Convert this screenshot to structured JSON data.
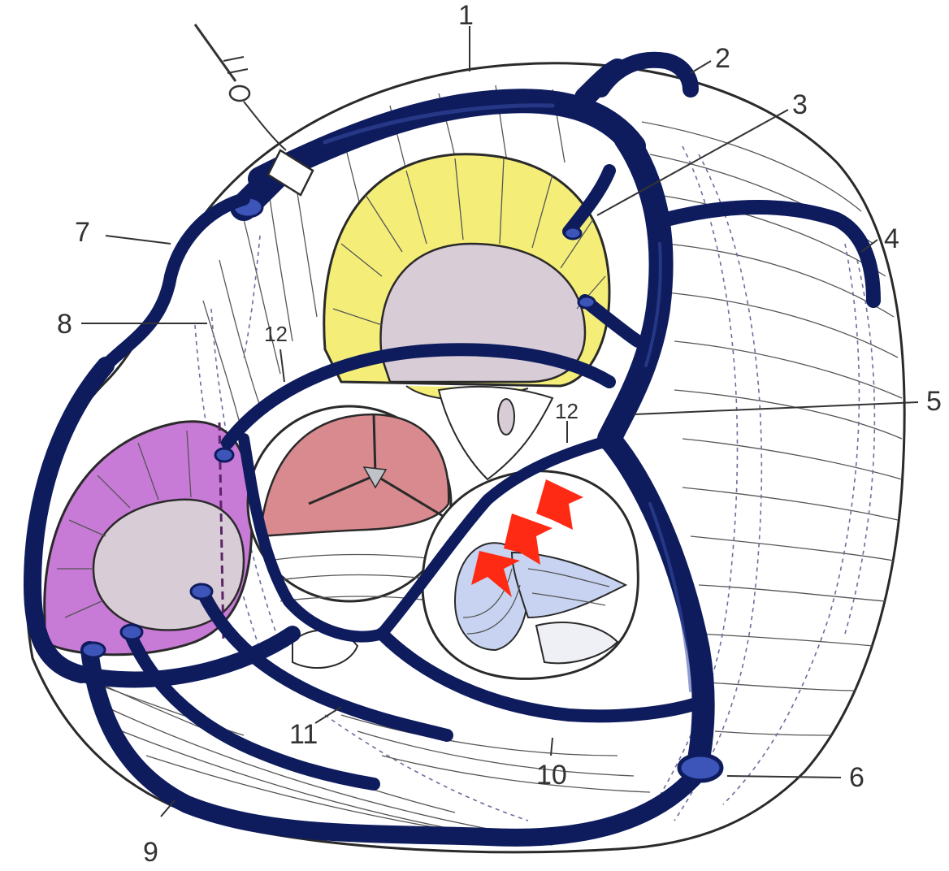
{
  "labels": {
    "l1": "1",
    "l2": "2",
    "l3": "3",
    "l4": "4",
    "l5": "5",
    "l6": "6",
    "l7": "7",
    "l8": "8",
    "l9": "9",
    "l10": "10",
    "l11": "11",
    "l12a": "12",
    "l12b": "12"
  },
  "colors": {
    "vein": "#0e1c5e",
    "yellow_ring": "#f4ee78",
    "magenta_ring": "#c77ad6",
    "aortic_cusp": "#d98a8f",
    "leaflet_blue": "#c7d3f0",
    "annulus_grey": "#d8ccd6",
    "arrow": "#ff2a14"
  }
}
